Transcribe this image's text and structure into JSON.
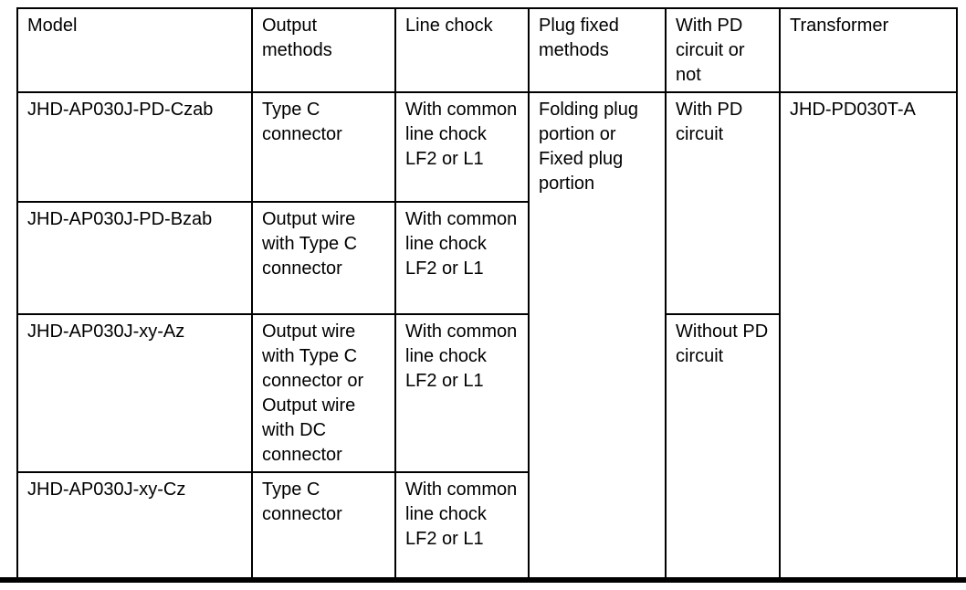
{
  "page": {
    "background": "#ffffff"
  },
  "table": {
    "headers": {
      "model": "Model",
      "output_methods": "Output methods",
      "line_chock": "Line chock",
      "plug_fixed_methods": "Plug fixed methods",
      "pd_circuit": "With PD circuit or not",
      "transformer": "Transformer"
    },
    "rows": [
      {
        "model": "JHD-AP030J-PD-Czab",
        "output_method": "Type C connector",
        "line_chock": "With common line chock LF2 or L1"
      },
      {
        "model": "JHD-AP030J-PD-Bzab",
        "output_method": "Output wire with Type C connector",
        "line_chock": "With common line chock LF2 or L1"
      },
      {
        "model": "JHD-AP030J-xy-Az",
        "output_method": "Output wire with Type C connector or Output wire with DC connector",
        "line_chock": "With common line chock LF2 or L1"
      },
      {
        "model": "JHD-AP030J-xy-Cz",
        "output_method": "Type C connector",
        "line_chock": "With common line chock LF2 or L1"
      }
    ],
    "merged_cells": {
      "plug_fixed_methods": "Folding plug portion or Fixed plug portion",
      "pd_with": "With PD circuit",
      "pd_without": "Without PD circuit",
      "transformer": "JHD-PD030T-A"
    },
    "colors": {
      "border": "#000000",
      "text": "#000000"
    }
  }
}
